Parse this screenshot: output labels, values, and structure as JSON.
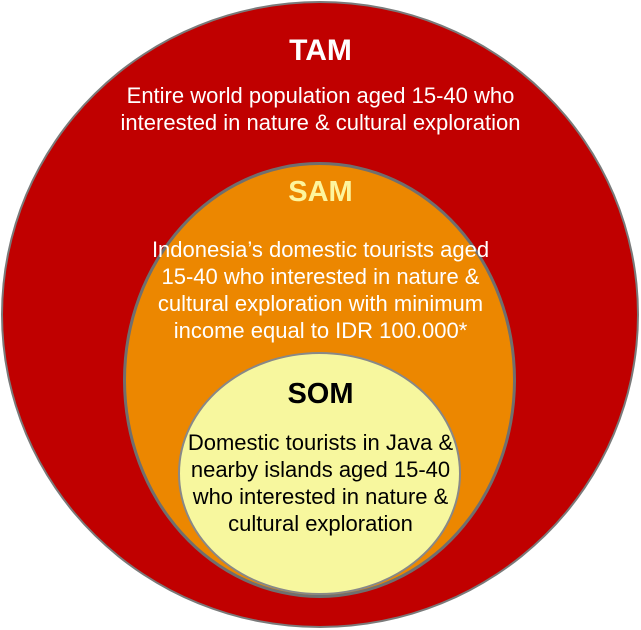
{
  "colors": {
    "tam_fill": "#c00000",
    "sam_fill": "#ec8700",
    "som_fill": "#f7f79e",
    "tam_text": "#ffffff",
    "sam_title": "#fdf59d",
    "som_text": "#000000"
  },
  "tam": {
    "title": "TAM",
    "description": "Entire world population aged 15-40 who\ninterested in nature & cultural exploration"
  },
  "sam": {
    "title": "SAM",
    "description": "Indonesia’s domestic tourists aged\n15-40 who interested in nature &\ncultural exploration with minimum\nincome equal to IDR 100.000*"
  },
  "som": {
    "title": "SOM",
    "description": "Domestic tourists in Java &\nnearby islands aged 15-40\nwho interested in nature &\ncultural exploration"
  }
}
